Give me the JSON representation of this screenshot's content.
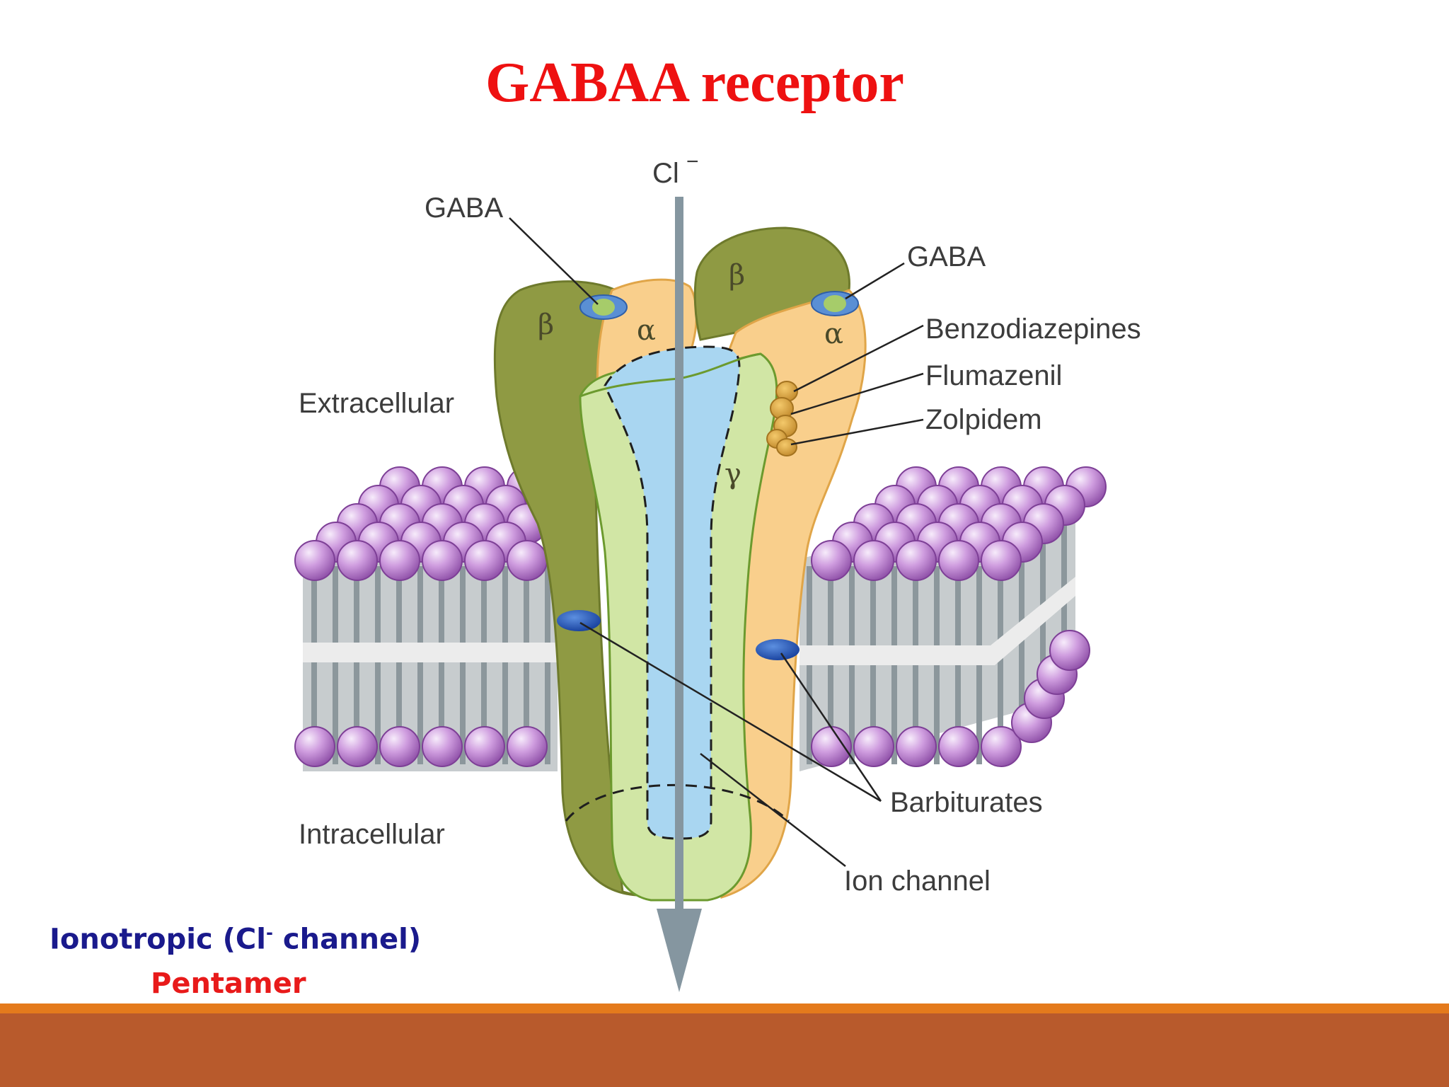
{
  "title": "GABAA receptor",
  "diagram": {
    "ion": "Cl",
    "ion_charge": "−",
    "region_labels": {
      "extracellular": "Extracellular",
      "intracellular": "Intracellular"
    },
    "subunits": {
      "beta": "β",
      "alpha": "α",
      "gamma": "γ"
    },
    "binding_labels": {
      "gaba_left": "GABA",
      "gaba_right": "GABA",
      "benzodiazepines": "Benzodiazepines",
      "flumazenil": "Flumazenil",
      "zolpidem": "Zolpidem",
      "barbiturates": "Barbiturates",
      "ion_channel": "Ion channel"
    },
    "colors": {
      "beta_subunit": "#8f9a43",
      "alpha_subunit": "#f9cf8c",
      "gamma_subunit": "#d1e6a5",
      "pore": "#a9d6f1",
      "lipid_head": "#c68fd6",
      "arrow": "#8596a0"
    }
  },
  "captions": {
    "line1_text": "Ionotropic (Cl",
    "line1_sup": "-",
    "line1_end": " channel)",
    "line2": "Pentamer"
  },
  "footer": {
    "accent": "#e47a1c",
    "fill": "#b85a2c"
  }
}
